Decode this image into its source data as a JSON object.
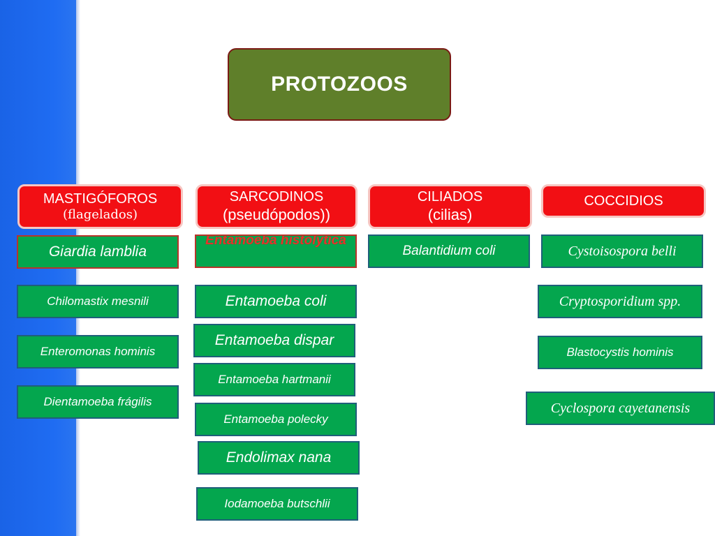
{
  "title": "PROTOZOOS",
  "categories": [
    {
      "line1": "MASTIGÓFOROS",
      "line2": "(flagelados)"
    },
    {
      "line1": "SARCODINOS",
      "line2": "(pseudópodos))"
    },
    {
      "line1": "CILIADOS",
      "line2": "(cilias)"
    },
    {
      "line1": "COCCIDIOS",
      "line2": ""
    }
  ],
  "mastigoforos": [
    "Giardia lamblia",
    "Chilomastix mesnili",
    "Enteromonas hominis",
    "Dientamoeba frágilis"
  ],
  "sarcodinos": [
    "Entamoeba histolytica",
    "Entamoeba coli",
    "Entamoeba dispar",
    "Entamoeba hartmanii",
    "Entamoeba polecky",
    "Endolimax nana",
    "Iodamoeba butschlii"
  ],
  "ciliados": [
    "Balantidium coli"
  ],
  "coccidios": [
    "Cystoisospora belli",
    "Cryptosporidium spp.",
    "Blastocystis hominis",
    "Cyclospora cayetanensis"
  ],
  "colors": {
    "side_bar": "#1f6cf2",
    "title_box": "#5f7f2a",
    "category_box": "#f20f14",
    "item_box": "#04a64e"
  }
}
